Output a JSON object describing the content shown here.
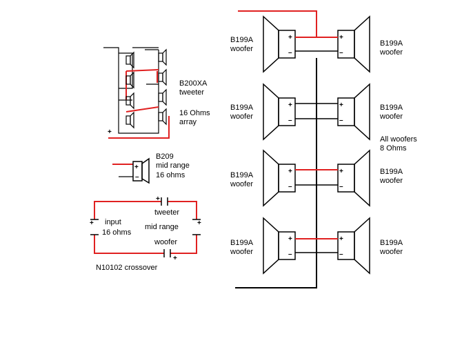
{
  "colors": {
    "wire_red": "#e02020",
    "wire_black": "#000000",
    "background": "#ffffff"
  },
  "woofers": {
    "model": "B199A",
    "kind": "woofer",
    "rows": [
      {
        "left": {
          "model": "B199A",
          "kind": "woofer"
        },
        "right": {
          "model": "B199A",
          "kind": "woofer"
        }
      },
      {
        "left": {
          "model": "B199A",
          "kind": "woofer"
        },
        "right": {
          "model": "B199A",
          "kind": "woofer"
        }
      },
      {
        "left": {
          "model": "B199A",
          "kind": "woofer"
        },
        "right": {
          "model": "B199A",
          "kind": "woofer"
        }
      },
      {
        "left": {
          "model": "B199A",
          "kind": "woofer"
        },
        "right": {
          "model": "B199A",
          "kind": "woofer"
        }
      }
    ],
    "note_line1": "All woofers",
    "note_line2": "8 Ohms"
  },
  "tweeter_array": {
    "model": "B200XA",
    "kind": "tweeter",
    "spec_line1": "16 Ohms",
    "spec_line2": "array",
    "plus_sign": "+"
  },
  "midrange": {
    "model": "B209",
    "kind": "mid range",
    "impedance": "16 ohms"
  },
  "crossover": {
    "name": "N10102 crossover",
    "input_label": "input",
    "input_impedance": "16 ohms",
    "tweeter_label": "tweeter",
    "midrange_label": "mid range",
    "woofer_label": "woofer"
  },
  "polarity": {
    "plus": "+",
    "minus": "–"
  }
}
